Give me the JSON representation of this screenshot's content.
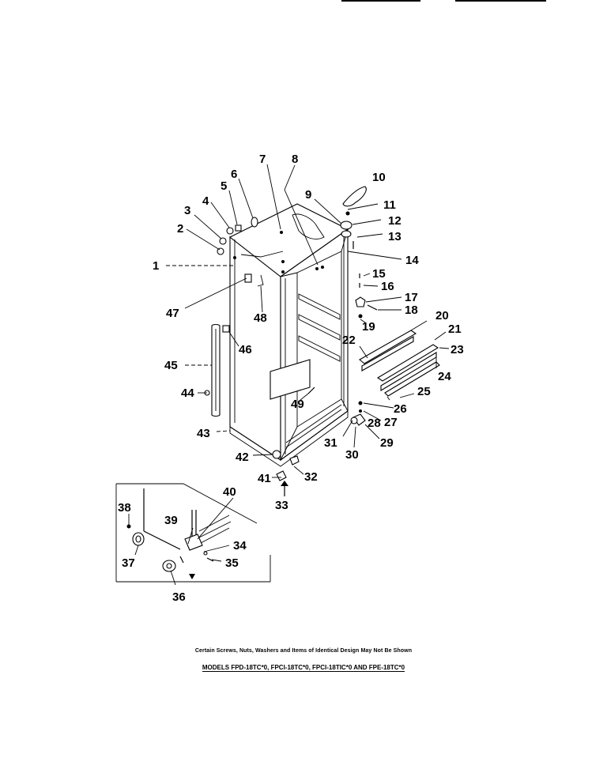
{
  "diagram": {
    "part_numbers": [
      "1",
      "2",
      "3",
      "4",
      "5",
      "6",
      "7",
      "8",
      "9",
      "10",
      "11",
      "12",
      "13",
      "14",
      "15",
      "16",
      "17",
      "18",
      "19",
      "20",
      "21",
      "22",
      "23",
      "24",
      "25",
      "26",
      "27",
      "28",
      "29",
      "30",
      "31",
      "32",
      "33",
      "34",
      "35",
      "36",
      "37",
      "38",
      "39",
      "40",
      "41",
      "42",
      "43",
      "44",
      "45",
      "46",
      "47",
      "48",
      "49"
    ]
  },
  "footer": {
    "note": "Certain Screws, Nuts, Washers and Items of Identical Design May Not Be Shown",
    "models": "MODELS FPD-18TC*0, FPCI-18TC*0, FPCI-18TIC*0 AND FPE-18TC*0"
  }
}
